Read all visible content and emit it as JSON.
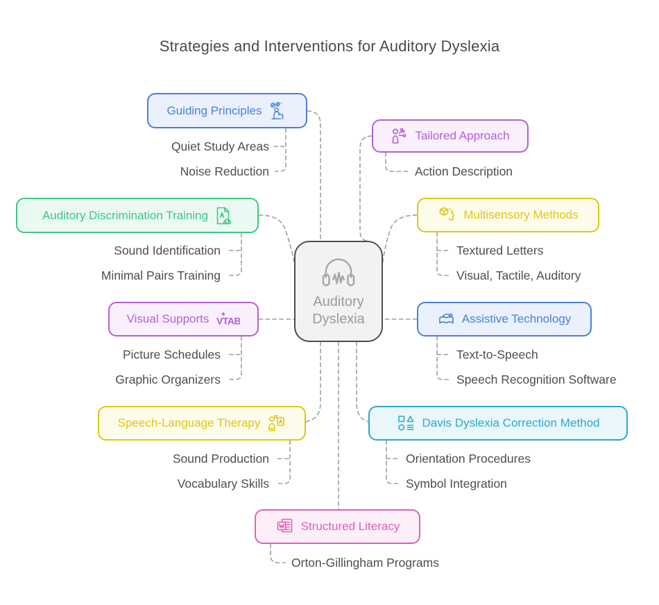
{
  "title": "Strategies and Interventions for Auditory Dyslexia",
  "title_color": "#4a4a4a",
  "leaf_color": "#4d4d4d",
  "connector_color": "#9e9e9e",
  "center": {
    "label_line1": "Auditory",
    "label_line2": "Dyslexia",
    "icon": "headphones-icon",
    "border_color": "#4d4d4d",
    "bg": "#f2f2f2",
    "text_color": "#9c9c9c",
    "icon_color": "#a8a8a8"
  },
  "branches": [
    {
      "label": "Guiding Principles",
      "icon": "studying-person-icon",
      "color": "#4a7ed8",
      "bg": "#eaf1fd",
      "children": [
        "Quiet Study Areas",
        "Noise Reduction"
      ]
    },
    {
      "label": "Tailored Approach",
      "icon": "person-paths-icon",
      "color": "#b35ed8",
      "bg": "#faf0fd",
      "children": [
        "Action Description"
      ]
    },
    {
      "label": "Auditory Discrimination Training",
      "icon": "audio-document-icon",
      "color": "#3ec584",
      "bg": "#eafaf3",
      "children": [
        "Sound Identification",
        "Minimal Pairs Training"
      ]
    },
    {
      "label": "Multisensory Methods",
      "icon": "cube-senses-icon",
      "color": "#ddc714",
      "bg": "#fdfbe9",
      "children": [
        "Textured Letters",
        "Visual, Tactile, Auditory"
      ]
    },
    {
      "label": "Visual Supports",
      "icon": "letters-icon",
      "color": "#b35ed8",
      "bg": "#faf0fd",
      "children": [
        "Picture Schedules",
        "Graphic Organizers"
      ]
    },
    {
      "label": "Assistive Technology",
      "icon": "audiobook-icon",
      "color": "#4a7ed8",
      "bg": "#eaf1fd",
      "children": [
        "Text-to-Speech",
        "Speech Recognition Software"
      ]
    },
    {
      "label": "Speech-Language Therapy",
      "icon": "therapist-flashcard-icon",
      "color": "#ddc714",
      "bg": "#fdfbe9",
      "children": [
        "Sound Production",
        "Vocabulary Skills"
      ]
    },
    {
      "label": "Davis Dyslexia Correction Method",
      "icon": "shapes-icon",
      "color": "#2ba8cb",
      "bg": "#e9f7fb",
      "children": [
        "Orientation Procedures",
        "Symbol Integration"
      ]
    },
    {
      "label": "Structured Literacy",
      "icon": "word-document-icon",
      "color": "#e060b5",
      "bg": "#fdeff8",
      "children": [
        "Orton-Gillingham Programs"
      ]
    }
  ]
}
